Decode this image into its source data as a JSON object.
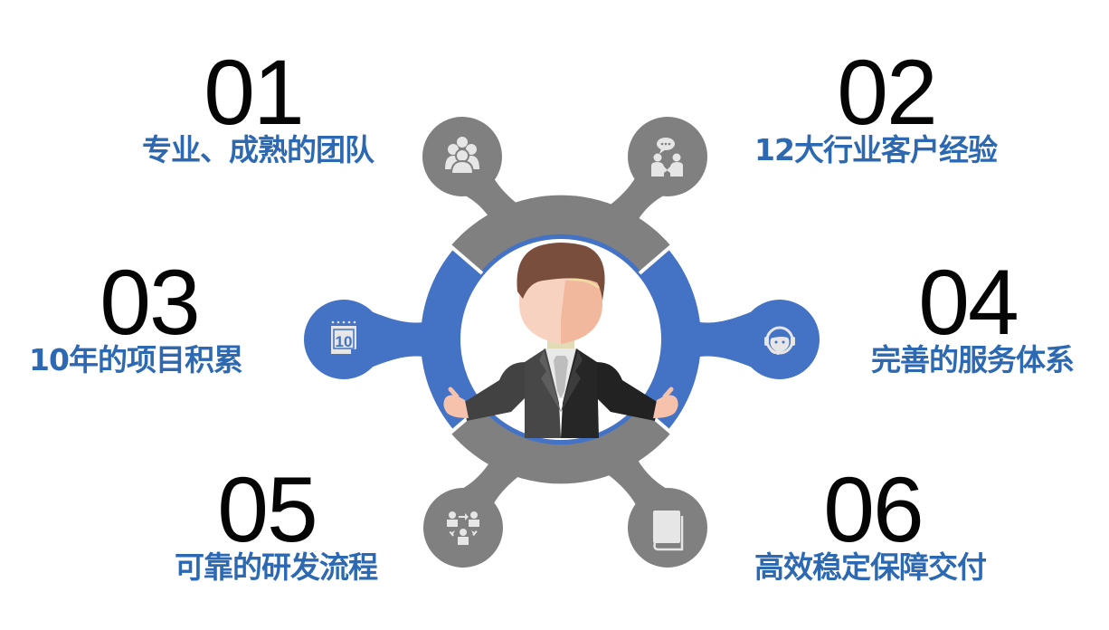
{
  "colors": {
    "gray": "#808080",
    "blue": "#4472c4",
    "label_blue": "#2d69b2",
    "number_black": "#050505",
    "icon_fill": "#e6e6e6"
  },
  "items": [
    {
      "number": "01",
      "label": "专业、成熟的团队",
      "icon": "team-group-icon",
      "node_color": "gray",
      "position": "top-left"
    },
    {
      "number": "02",
      "label": "12大行业客户经验",
      "icon": "client-conversation-icon",
      "node_color": "gray",
      "position": "top-right"
    },
    {
      "number": "03",
      "label": "10年的项目积累",
      "icon": "calendar-10-icon",
      "node_color": "blue",
      "position": "middle-left"
    },
    {
      "number": "04",
      "label": "完善的服务体系",
      "icon": "customer-service-headset-icon",
      "node_color": "blue",
      "position": "middle-right"
    },
    {
      "number": "05",
      "label": "可靠的研发流程",
      "icon": "workflow-cycle-icon",
      "node_color": "gray",
      "position": "bottom-left"
    },
    {
      "number": "06",
      "label": "高效稳定保障交付",
      "icon": "book-icon",
      "node_color": "gray",
      "position": "bottom-right"
    }
  ],
  "center": {
    "figure": "businessman-illustration",
    "calendar_icon_text": "10"
  }
}
